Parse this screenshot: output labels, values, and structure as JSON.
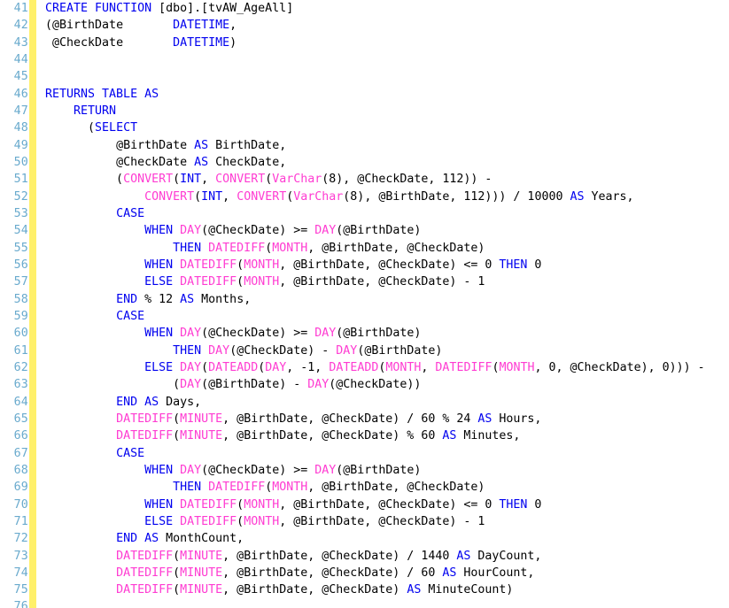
{
  "editor": {
    "name": "sql-code-editor",
    "language": "T-SQL",
    "first_line_number": 41,
    "last_line_number": 76,
    "colors": {
      "background": "#ffffff",
      "keyword": "#0000ef",
      "function": "#ff3cd2",
      "plain": "#000000",
      "line_number": "#69aacd",
      "change_bar": "#fff06a"
    },
    "gutter": {
      "change_bar_visible": true,
      "change_bar_label": "unsaved-changes-indicator"
    }
  },
  "lines": [
    {
      "n": 41,
      "changed": true,
      "tokens": [
        {
          "t": "CREATE FUNCTION ",
          "c": "kw"
        },
        {
          "t": "[dbo].[tvAW_AgeAll]",
          "c": "id"
        }
      ]
    },
    {
      "n": 42,
      "changed": true,
      "tokens": [
        {
          "t": "(",
          "c": "pl"
        },
        {
          "t": "@BirthDate",
          "c": "var"
        },
        {
          "t": "       ",
          "c": "pl"
        },
        {
          "t": "DATETIME",
          "c": "kw"
        },
        {
          "t": ",",
          "c": "pl"
        }
      ]
    },
    {
      "n": 43,
      "changed": true,
      "tokens": [
        {
          "t": " ",
          "c": "pl"
        },
        {
          "t": "@CheckDate",
          "c": "var"
        },
        {
          "t": "       ",
          "c": "pl"
        },
        {
          "t": "DATETIME",
          "c": "kw"
        },
        {
          "t": ")",
          "c": "pl"
        }
      ]
    },
    {
      "n": 44,
      "changed": true,
      "tokens": []
    },
    {
      "n": 45,
      "changed": true,
      "tokens": []
    },
    {
      "n": 46,
      "changed": true,
      "tokens": [
        {
          "t": "RETURNS TABLE AS",
          "c": "kw"
        }
      ]
    },
    {
      "n": 47,
      "changed": true,
      "tokens": [
        {
          "t": "    ",
          "c": "pl"
        },
        {
          "t": "RETURN",
          "c": "kw"
        }
      ]
    },
    {
      "n": 48,
      "changed": true,
      "tokens": [
        {
          "t": "      (",
          "c": "pl"
        },
        {
          "t": "SELECT",
          "c": "kw"
        }
      ]
    },
    {
      "n": 49,
      "changed": true,
      "tokens": [
        {
          "t": "          ",
          "c": "pl"
        },
        {
          "t": "@BirthDate ",
          "c": "var"
        },
        {
          "t": "AS",
          "c": "kw"
        },
        {
          "t": " BirthDate,",
          "c": "id"
        }
      ]
    },
    {
      "n": 50,
      "changed": true,
      "tokens": [
        {
          "t": "          ",
          "c": "pl"
        },
        {
          "t": "@CheckDate ",
          "c": "var"
        },
        {
          "t": "AS",
          "c": "kw"
        },
        {
          "t": " CheckDate,",
          "c": "id"
        }
      ]
    },
    {
      "n": 51,
      "changed": true,
      "tokens": [
        {
          "t": "          (",
          "c": "pl"
        },
        {
          "t": "CONVERT",
          "c": "fn"
        },
        {
          "t": "(",
          "c": "pl"
        },
        {
          "t": "INT",
          "c": "kw"
        },
        {
          "t": ", ",
          "c": "pl"
        },
        {
          "t": "CONVERT",
          "c": "fn"
        },
        {
          "t": "(",
          "c": "pl"
        },
        {
          "t": "VarChar",
          "c": "fn"
        },
        {
          "t": "(8), @CheckDate, 112)) -",
          "c": "pl"
        }
      ]
    },
    {
      "n": 52,
      "changed": true,
      "tokens": [
        {
          "t": "              ",
          "c": "pl"
        },
        {
          "t": "CONVERT",
          "c": "fn"
        },
        {
          "t": "(",
          "c": "pl"
        },
        {
          "t": "INT",
          "c": "kw"
        },
        {
          "t": ", ",
          "c": "pl"
        },
        {
          "t": "CONVERT",
          "c": "fn"
        },
        {
          "t": "(",
          "c": "pl"
        },
        {
          "t": "VarChar",
          "c": "fn"
        },
        {
          "t": "(8), @BirthDate, 112))) / 10000 ",
          "c": "pl"
        },
        {
          "t": "AS",
          "c": "kw"
        },
        {
          "t": " Years,",
          "c": "id"
        }
      ]
    },
    {
      "n": 53,
      "changed": true,
      "tokens": [
        {
          "t": "          ",
          "c": "pl"
        },
        {
          "t": "CASE",
          "c": "kw"
        }
      ]
    },
    {
      "n": 54,
      "changed": true,
      "tokens": [
        {
          "t": "              ",
          "c": "pl"
        },
        {
          "t": "WHEN",
          "c": "kw"
        },
        {
          "t": " ",
          "c": "pl"
        },
        {
          "t": "DAY",
          "c": "fn"
        },
        {
          "t": "(@CheckDate) >= ",
          "c": "pl"
        },
        {
          "t": "DAY",
          "c": "fn"
        },
        {
          "t": "(@BirthDate)",
          "c": "pl"
        }
      ]
    },
    {
      "n": 55,
      "changed": true,
      "tokens": [
        {
          "t": "                  ",
          "c": "pl"
        },
        {
          "t": "THEN",
          "c": "kw"
        },
        {
          "t": " ",
          "c": "pl"
        },
        {
          "t": "DATEDIFF",
          "c": "fn"
        },
        {
          "t": "(",
          "c": "pl"
        },
        {
          "t": "MONTH",
          "c": "fn"
        },
        {
          "t": ", @BirthDate, @CheckDate)",
          "c": "pl"
        }
      ]
    },
    {
      "n": 56,
      "changed": true,
      "tokens": [
        {
          "t": "              ",
          "c": "pl"
        },
        {
          "t": "WHEN",
          "c": "kw"
        },
        {
          "t": " ",
          "c": "pl"
        },
        {
          "t": "DATEDIFF",
          "c": "fn"
        },
        {
          "t": "(",
          "c": "pl"
        },
        {
          "t": "MONTH",
          "c": "fn"
        },
        {
          "t": ", @BirthDate, @CheckDate) <= 0 ",
          "c": "pl"
        },
        {
          "t": "THEN",
          "c": "kw"
        },
        {
          "t": " 0",
          "c": "pl"
        }
      ]
    },
    {
      "n": 57,
      "changed": true,
      "tokens": [
        {
          "t": "              ",
          "c": "pl"
        },
        {
          "t": "ELSE",
          "c": "kw"
        },
        {
          "t": " ",
          "c": "pl"
        },
        {
          "t": "DATEDIFF",
          "c": "fn"
        },
        {
          "t": "(",
          "c": "pl"
        },
        {
          "t": "MONTH",
          "c": "fn"
        },
        {
          "t": ", @BirthDate, @CheckDate) - 1",
          "c": "pl"
        }
      ]
    },
    {
      "n": 58,
      "changed": true,
      "tokens": [
        {
          "t": "          ",
          "c": "pl"
        },
        {
          "t": "END",
          "c": "kw"
        },
        {
          "t": " % 12 ",
          "c": "pl"
        },
        {
          "t": "AS",
          "c": "kw"
        },
        {
          "t": " Months,",
          "c": "id"
        }
      ]
    },
    {
      "n": 59,
      "changed": true,
      "tokens": [
        {
          "t": "          ",
          "c": "pl"
        },
        {
          "t": "CASE",
          "c": "kw"
        }
      ]
    },
    {
      "n": 60,
      "changed": true,
      "tokens": [
        {
          "t": "              ",
          "c": "pl"
        },
        {
          "t": "WHEN",
          "c": "kw"
        },
        {
          "t": " ",
          "c": "pl"
        },
        {
          "t": "DAY",
          "c": "fn"
        },
        {
          "t": "(@CheckDate) >= ",
          "c": "pl"
        },
        {
          "t": "DAY",
          "c": "fn"
        },
        {
          "t": "(@BirthDate)",
          "c": "pl"
        }
      ]
    },
    {
      "n": 61,
      "changed": true,
      "tokens": [
        {
          "t": "                  ",
          "c": "pl"
        },
        {
          "t": "THEN",
          "c": "kw"
        },
        {
          "t": " ",
          "c": "pl"
        },
        {
          "t": "DAY",
          "c": "fn"
        },
        {
          "t": "(@CheckDate) - ",
          "c": "pl"
        },
        {
          "t": "DAY",
          "c": "fn"
        },
        {
          "t": "(@BirthDate)",
          "c": "pl"
        }
      ]
    },
    {
      "n": 62,
      "changed": true,
      "tokens": [
        {
          "t": "              ",
          "c": "pl"
        },
        {
          "t": "ELSE",
          "c": "kw"
        },
        {
          "t": " ",
          "c": "pl"
        },
        {
          "t": "DAY",
          "c": "fn"
        },
        {
          "t": "(",
          "c": "pl"
        },
        {
          "t": "DATEADD",
          "c": "fn"
        },
        {
          "t": "(",
          "c": "pl"
        },
        {
          "t": "DAY",
          "c": "fn"
        },
        {
          "t": ", -1, ",
          "c": "pl"
        },
        {
          "t": "DATEADD",
          "c": "fn"
        },
        {
          "t": "(",
          "c": "pl"
        },
        {
          "t": "MONTH",
          "c": "fn"
        },
        {
          "t": ", ",
          "c": "pl"
        },
        {
          "t": "DATEDIFF",
          "c": "fn"
        },
        {
          "t": "(",
          "c": "pl"
        },
        {
          "t": "MONTH",
          "c": "fn"
        },
        {
          "t": ", 0, @CheckDate), 0))) -",
          "c": "pl"
        }
      ]
    },
    {
      "n": 63,
      "changed": true,
      "tokens": [
        {
          "t": "                  (",
          "c": "pl"
        },
        {
          "t": "DAY",
          "c": "fn"
        },
        {
          "t": "(@BirthDate) - ",
          "c": "pl"
        },
        {
          "t": "DAY",
          "c": "fn"
        },
        {
          "t": "(@CheckDate))",
          "c": "pl"
        }
      ]
    },
    {
      "n": 64,
      "changed": true,
      "tokens": [
        {
          "t": "          ",
          "c": "pl"
        },
        {
          "t": "END AS",
          "c": "kw"
        },
        {
          "t": " Days,",
          "c": "id"
        }
      ]
    },
    {
      "n": 65,
      "changed": true,
      "tokens": [
        {
          "t": "          ",
          "c": "pl"
        },
        {
          "t": "DATEDIFF",
          "c": "fn"
        },
        {
          "t": "(",
          "c": "pl"
        },
        {
          "t": "MINUTE",
          "c": "fn"
        },
        {
          "t": ", @BirthDate, @CheckDate) / 60 % 24 ",
          "c": "pl"
        },
        {
          "t": "AS",
          "c": "kw"
        },
        {
          "t": " Hours,",
          "c": "id"
        }
      ]
    },
    {
      "n": 66,
      "changed": true,
      "tokens": [
        {
          "t": "          ",
          "c": "pl"
        },
        {
          "t": "DATEDIFF",
          "c": "fn"
        },
        {
          "t": "(",
          "c": "pl"
        },
        {
          "t": "MINUTE",
          "c": "fn"
        },
        {
          "t": ", @BirthDate, @CheckDate) % 60 ",
          "c": "pl"
        },
        {
          "t": "AS",
          "c": "kw"
        },
        {
          "t": " Minutes,",
          "c": "id"
        }
      ]
    },
    {
      "n": 67,
      "changed": true,
      "tokens": [
        {
          "t": "          ",
          "c": "pl"
        },
        {
          "t": "CASE",
          "c": "kw"
        }
      ]
    },
    {
      "n": 68,
      "changed": true,
      "tokens": [
        {
          "t": "              ",
          "c": "pl"
        },
        {
          "t": "WHEN",
          "c": "kw"
        },
        {
          "t": " ",
          "c": "pl"
        },
        {
          "t": "DAY",
          "c": "fn"
        },
        {
          "t": "(@CheckDate) >= ",
          "c": "pl"
        },
        {
          "t": "DAY",
          "c": "fn"
        },
        {
          "t": "(@BirthDate)",
          "c": "pl"
        }
      ]
    },
    {
      "n": 69,
      "changed": true,
      "tokens": [
        {
          "t": "                  ",
          "c": "pl"
        },
        {
          "t": "THEN",
          "c": "kw"
        },
        {
          "t": " ",
          "c": "pl"
        },
        {
          "t": "DATEDIFF",
          "c": "fn"
        },
        {
          "t": "(",
          "c": "pl"
        },
        {
          "t": "MONTH",
          "c": "fn"
        },
        {
          "t": ", @BirthDate, @CheckDate)",
          "c": "pl"
        }
      ]
    },
    {
      "n": 70,
      "changed": true,
      "tokens": [
        {
          "t": "              ",
          "c": "pl"
        },
        {
          "t": "WHEN",
          "c": "kw"
        },
        {
          "t": " ",
          "c": "pl"
        },
        {
          "t": "DATEDIFF",
          "c": "fn"
        },
        {
          "t": "(",
          "c": "pl"
        },
        {
          "t": "MONTH",
          "c": "fn"
        },
        {
          "t": ", @BirthDate, @CheckDate) <= 0 ",
          "c": "pl"
        },
        {
          "t": "THEN",
          "c": "kw"
        },
        {
          "t": " 0",
          "c": "pl"
        }
      ]
    },
    {
      "n": 71,
      "changed": true,
      "tokens": [
        {
          "t": "              ",
          "c": "pl"
        },
        {
          "t": "ELSE",
          "c": "kw"
        },
        {
          "t": " ",
          "c": "pl"
        },
        {
          "t": "DATEDIFF",
          "c": "fn"
        },
        {
          "t": "(",
          "c": "pl"
        },
        {
          "t": "MONTH",
          "c": "fn"
        },
        {
          "t": ", @BirthDate, @CheckDate) - 1",
          "c": "pl"
        }
      ]
    },
    {
      "n": 72,
      "changed": true,
      "tokens": [
        {
          "t": "          ",
          "c": "pl"
        },
        {
          "t": "END AS",
          "c": "kw"
        },
        {
          "t": " MonthCount,",
          "c": "id"
        }
      ]
    },
    {
      "n": 73,
      "changed": true,
      "tokens": [
        {
          "t": "          ",
          "c": "pl"
        },
        {
          "t": "DATEDIFF",
          "c": "fn"
        },
        {
          "t": "(",
          "c": "pl"
        },
        {
          "t": "MINUTE",
          "c": "fn"
        },
        {
          "t": ", @BirthDate, @CheckDate) / 1440 ",
          "c": "pl"
        },
        {
          "t": "AS",
          "c": "kw"
        },
        {
          "t": " DayCount,",
          "c": "id"
        }
      ]
    },
    {
      "n": 74,
      "changed": true,
      "tokens": [
        {
          "t": "          ",
          "c": "pl"
        },
        {
          "t": "DATEDIFF",
          "c": "fn"
        },
        {
          "t": "(",
          "c": "pl"
        },
        {
          "t": "MINUTE",
          "c": "fn"
        },
        {
          "t": ", @BirthDate, @CheckDate) / 60 ",
          "c": "pl"
        },
        {
          "t": "AS",
          "c": "kw"
        },
        {
          "t": " HourCount,",
          "c": "id"
        }
      ]
    },
    {
      "n": 75,
      "changed": true,
      "tokens": [
        {
          "t": "          ",
          "c": "pl"
        },
        {
          "t": "DATEDIFF",
          "c": "fn"
        },
        {
          "t": "(",
          "c": "pl"
        },
        {
          "t": "MINUTE",
          "c": "fn"
        },
        {
          "t": ", @BirthDate, @CheckDate) ",
          "c": "pl"
        },
        {
          "t": "AS",
          "c": "kw"
        },
        {
          "t": " MinuteCount)",
          "c": "id"
        }
      ]
    },
    {
      "n": 76,
      "changed": true,
      "tokens": []
    }
  ]
}
